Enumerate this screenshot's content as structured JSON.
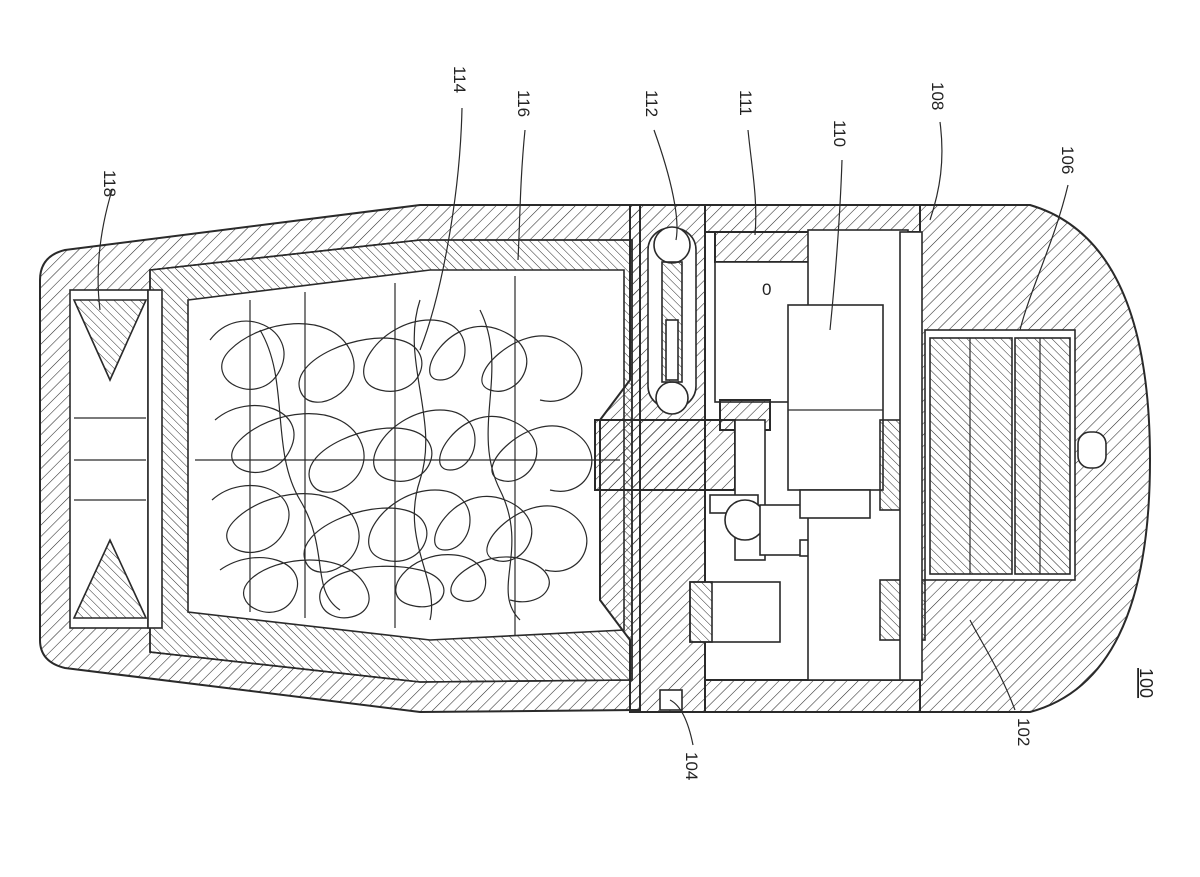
{
  "figure": {
    "figure_number": "100",
    "reference_numerals": {
      "outer_shell": "102",
      "joint": "104",
      "battery": "106",
      "housing_wall": "108",
      "motor": "110",
      "motor_mount": "111",
      "drive_screw": "112",
      "filament_mass": "114",
      "inner_chamber": "116",
      "lens_window": "118"
    }
  }
}
